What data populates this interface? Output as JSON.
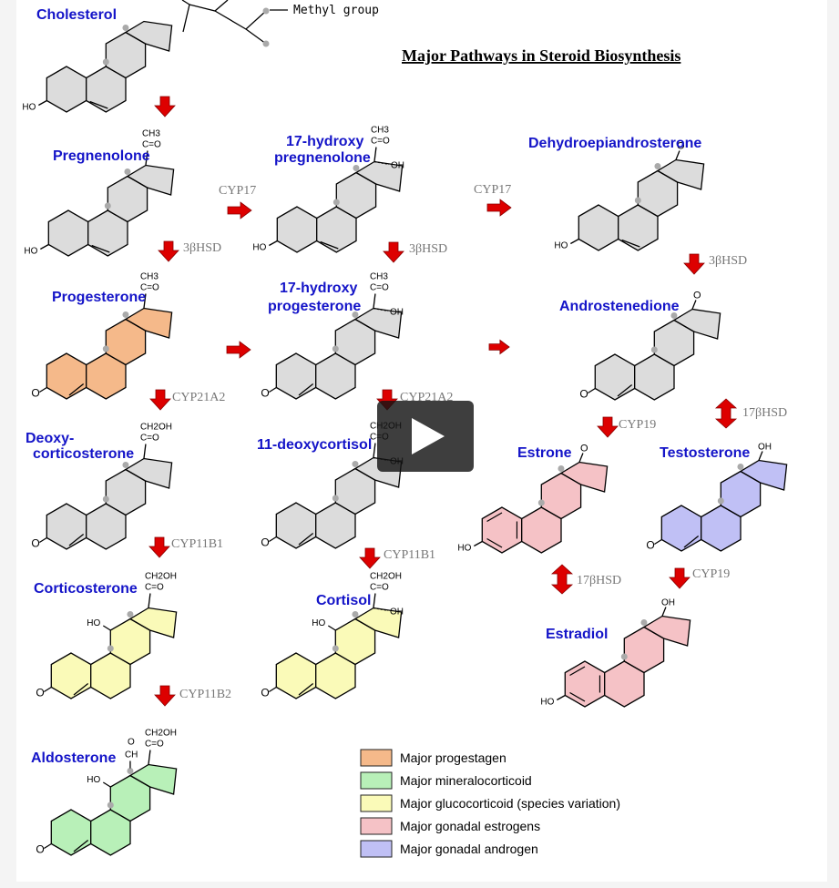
{
  "title": "Major Pathways in Steroid Biosynthesis",
  "methyl_label": "Methyl group",
  "colors": {
    "gray": "#dcdcdc",
    "progestagen": "#f5b98a",
    "mineralocorticoid": "#b8f0b8",
    "glucocorticoid": "#fafab8",
    "estrogen": "#f5c2c6",
    "androgen": "#c0c0f5",
    "name": "#1414c8",
    "arrow": "#dd0000"
  },
  "compounds": {
    "cholesterol": "Cholesterol",
    "pregnenolone": "Pregnenolone",
    "hydroxy_preg_1": "17-hydroxy",
    "hydroxy_preg_2": "pregnenolone",
    "dhea": "Dehydroepiandrosterone",
    "progesterone": "Progesterone",
    "hydroxy_prog_1": "17-hydroxy",
    "hydroxy_prog_2": "progesterone",
    "androstenedione": "Androstenedione",
    "deoxycort_1": "Deoxy-",
    "deoxycort_2": "corticosterone",
    "deoxycortisol": "11-deoxycortisol",
    "estrone": "Estrone",
    "testosterone": "Testosterone",
    "corticosterone": "Corticosterone",
    "cortisol": "Cortisol",
    "estradiol": "Estradiol",
    "aldosterone": "Aldosterone"
  },
  "enzymes": {
    "cyp17_a": "CYP17",
    "cyp17_b": "CYP17",
    "hsd3_a": "3βHSD",
    "hsd3_b": "3βHSD",
    "hsd3_c": "3βHSD",
    "cyp21_a": "CYP21A2",
    "cyp21_b": "CYP21A2",
    "cyp19_a": "CYP19",
    "cyp19_b": "CYP19",
    "hsd17_a": "17βHSD",
    "hsd17_b": "17βHSD",
    "cyp11b1_a": "CYP11B1",
    "cyp11b1_b": "CYP11B1",
    "cyp11b2": "CYP11B2"
  },
  "legend": [
    {
      "label": "Major progestagen",
      "color": "#f5b98a"
    },
    {
      "label": "Major mineralocorticoid",
      "color": "#b8f0b8"
    },
    {
      "label": "Major glucocorticoid (species variation)",
      "color": "#fafab8"
    },
    {
      "label": "Major gonadal estrogens",
      "color": "#f5c2c6"
    },
    {
      "label": "Major gonadal androgen",
      "color": "#c0c0f5"
    }
  ],
  "groups": {
    "ho": "HO",
    "o": "O",
    "oh": "OH",
    "ch3": "CH3",
    "co": "C=O",
    "ch2oh": "CH2OH",
    "ch": "CH"
  }
}
